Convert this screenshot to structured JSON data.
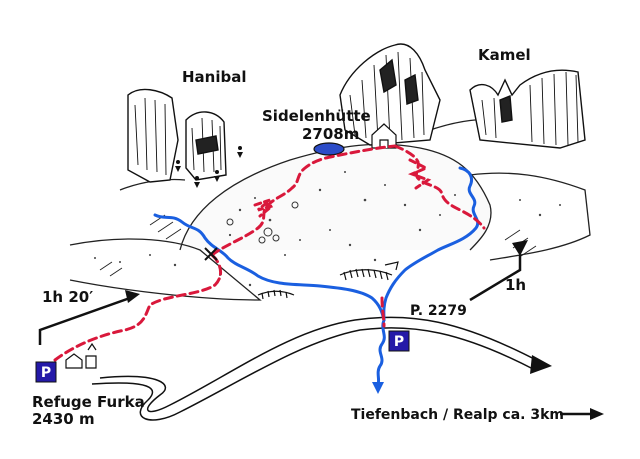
{
  "labels": {
    "hanibal": "Hanibal",
    "kamel": "Kamel",
    "hut_name": "Sidelenhütte",
    "hut_alt": "2708m",
    "refuge_name": "Refuge Furka",
    "refuge_alt": "2430 m",
    "point": "P. 2279",
    "time_left": "1h 20′",
    "time_right": "1h",
    "destination": "Tiefenbach / Realp ca. 3km"
  },
  "parking": {
    "symbol": "P"
  },
  "colors": {
    "trail": "#d9183b",
    "stream": "#1a5fe0",
    "lake": "#2c4cc8",
    "parking_box": "#2419a8",
    "ink": "#111111"
  },
  "icons": {
    "parking": "parking-icon",
    "hut": "hut-icon",
    "lake": "lake-icon",
    "arrow": "arrow-icon"
  }
}
